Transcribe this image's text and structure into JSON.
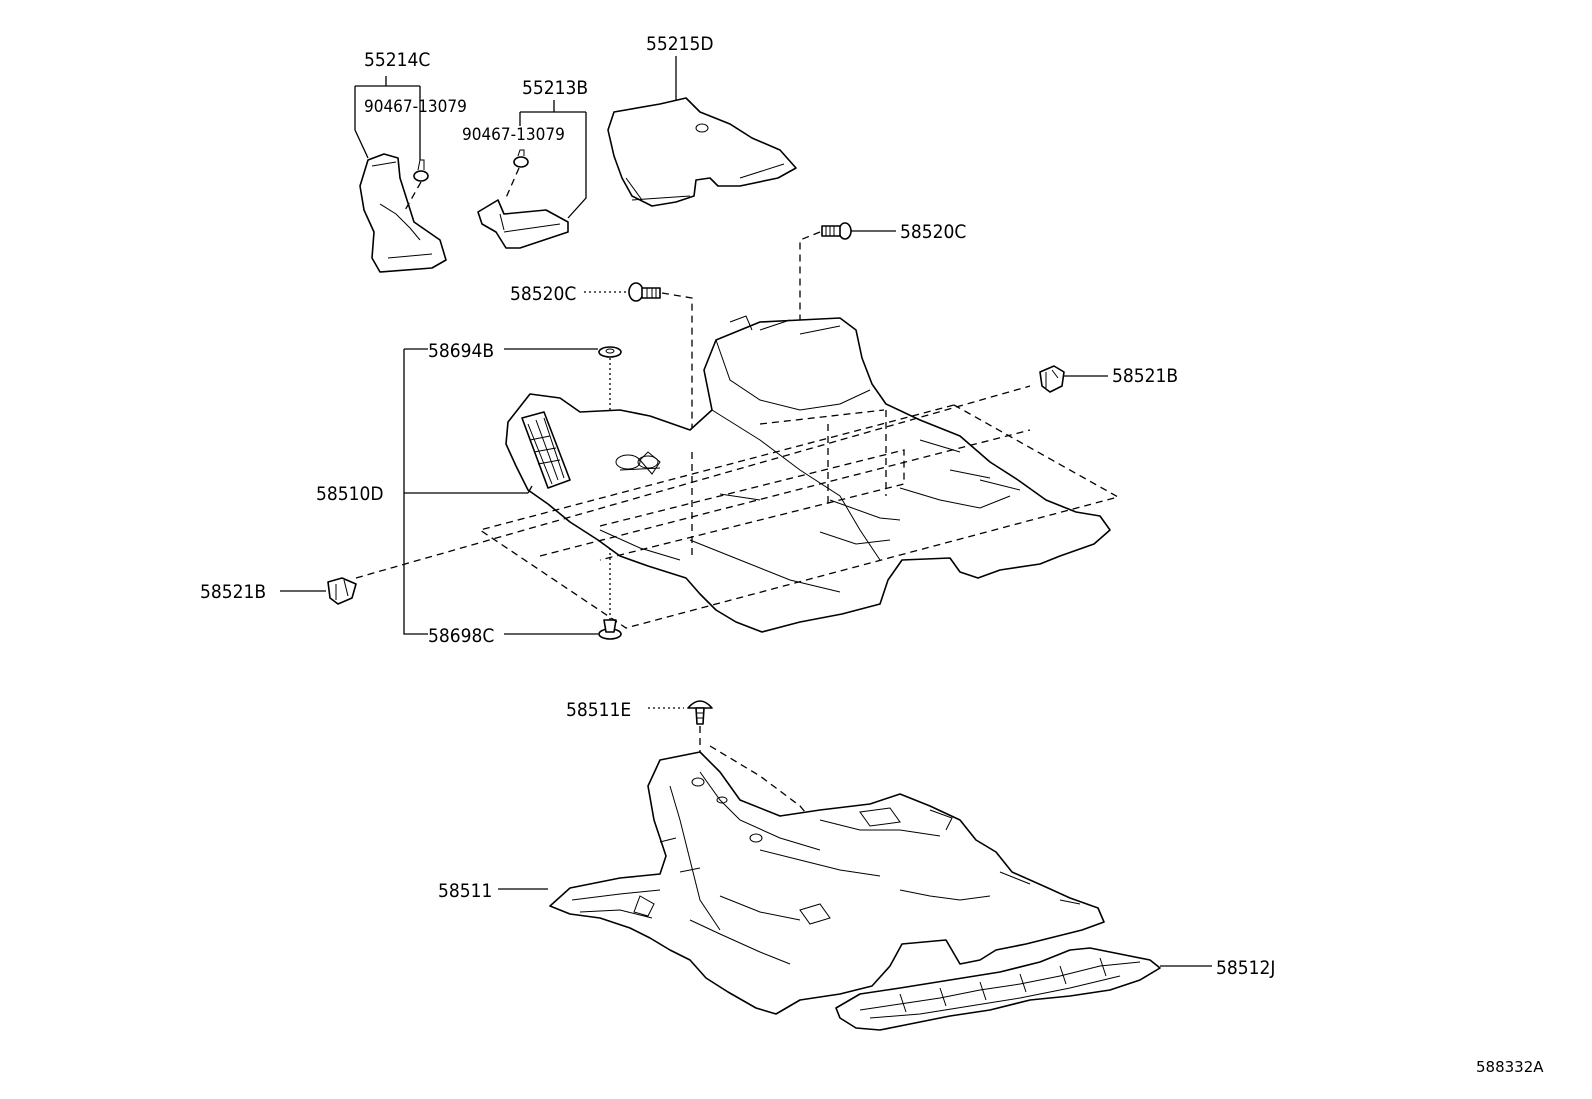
{
  "labels": {
    "p55214C": "55214C",
    "p90467_a": "90467-13079",
    "p55213B": "55213B",
    "p90467_b": "90467-13079",
    "p55215D": "55215D",
    "p58520C_right": "58520C",
    "p58520C_left": "58520C",
    "p58694B": "58694B",
    "p58521B_right": "58521B",
    "p58510D": "58510D",
    "p58521B_left": "58521B",
    "p58698C": "58698C",
    "p58511E": "58511E",
    "p58511": "58511",
    "p58512J": "58512J"
  },
  "figure_id": "588332A"
}
